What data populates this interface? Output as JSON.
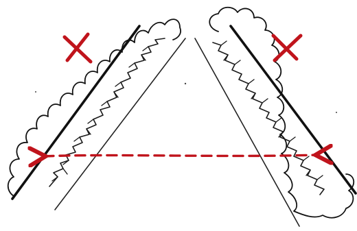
{
  "diagram": {
    "colors": {
      "ink": "#111111",
      "thin_ink": "#2a2a2a",
      "mark": "#c0141c",
      "background": "#ffffff"
    },
    "elements": {
      "left_blade": "left-foliage-strip",
      "right_blade": "right-foliage-strip",
      "left_marker": "left-x-mark",
      "right_marker": "right-x-mark",
      "span": "double-headed-dashed-arrow"
    }
  }
}
